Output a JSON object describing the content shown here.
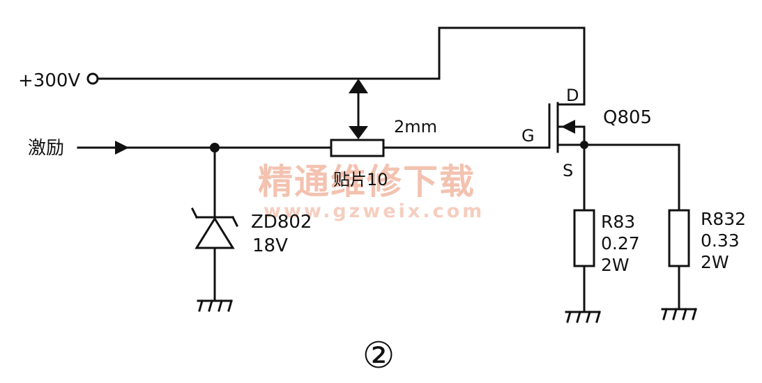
{
  "labels": {
    "v300": "+300V",
    "excite": "激励",
    "wire_len": "2mm",
    "smd": "贴片10",
    "zener_name": "ZD802",
    "zener_value": "18V",
    "fet_d": "D",
    "fet_g": "G",
    "fet_s": "S",
    "fet_name": "Q805",
    "r83_name": "R83",
    "r83_value": "0.27",
    "r83_power": "2W",
    "r832_name": "R832",
    "r832_value": "0.33",
    "r832_power": "2W",
    "figure_no": "②"
  },
  "watermark": {
    "cn": "精通维修下载",
    "url": "www.gzweix.com",
    "color": "#f2b8a3"
  }
}
